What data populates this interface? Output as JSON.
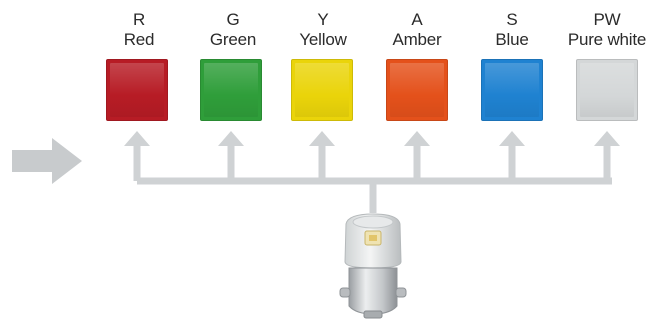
{
  "options": [
    {
      "code": "R",
      "name": "Red",
      "color": "#b71c25"
    },
    {
      "code": "G",
      "name": "Green",
      "color": "#2f9e3a"
    },
    {
      "code": "Y",
      "name": "Yellow",
      "color": "#ead40a"
    },
    {
      "code": "A",
      "name": "Amber",
      "color": "#e4511b"
    },
    {
      "code": "S",
      "name": "Blue",
      "color": "#1f82d1"
    },
    {
      "code": "PW",
      "name": "Pure white",
      "color": "#d4d7d8"
    }
  ],
  "connector_color": "#cfd2d4",
  "arrow_color": "#c8cbcd",
  "icons": [
    "input-arrow-icon",
    "connector-arrow-icon",
    "led-bulb-icon"
  ]
}
